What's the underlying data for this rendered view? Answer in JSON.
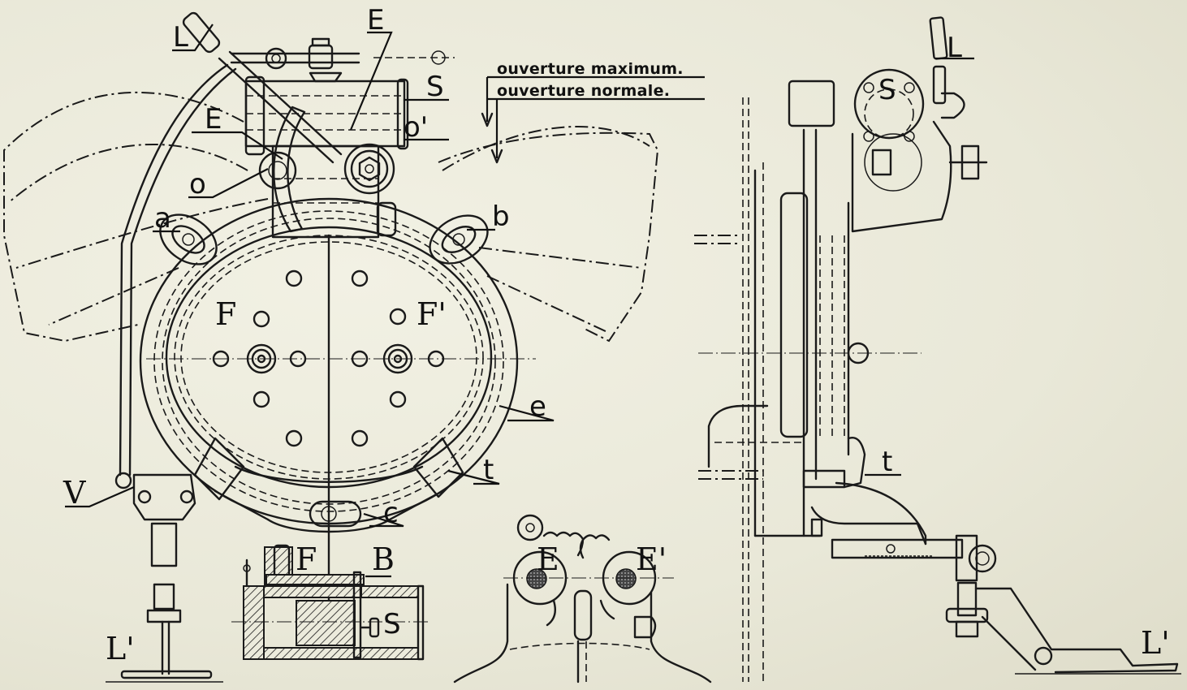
{
  "figure": {
    "title": "Furnace door mechanism — technical drawing",
    "annotations": {
      "max_opening": "ouverture maximum.",
      "normal_opening": "ouverture normale."
    },
    "front_view_labels": {
      "lever": "L",
      "pedal": "L'",
      "cam_left": "E",
      "cam_top": "E",
      "servo": "S",
      "pivot_left": "o",
      "pivot_right": "o'",
      "hinge_left": "a",
      "hinge_right": "b",
      "door_left": "F",
      "door_right": "F'",
      "frame": "e",
      "stop": "t",
      "valve": "V",
      "guide": "c"
    },
    "section_view_labels": {
      "door": "F",
      "bolt": "B",
      "servo": "S"
    },
    "gear_detail_labels": {
      "gear_left": "E",
      "gear_right": "E'"
    },
    "side_view_labels": {
      "lever": "L",
      "servo": "S",
      "stop": "t",
      "pedal": "L'"
    },
    "colors": {
      "paper": "#ecebdc",
      "ink": "#1a1a1a"
    }
  }
}
